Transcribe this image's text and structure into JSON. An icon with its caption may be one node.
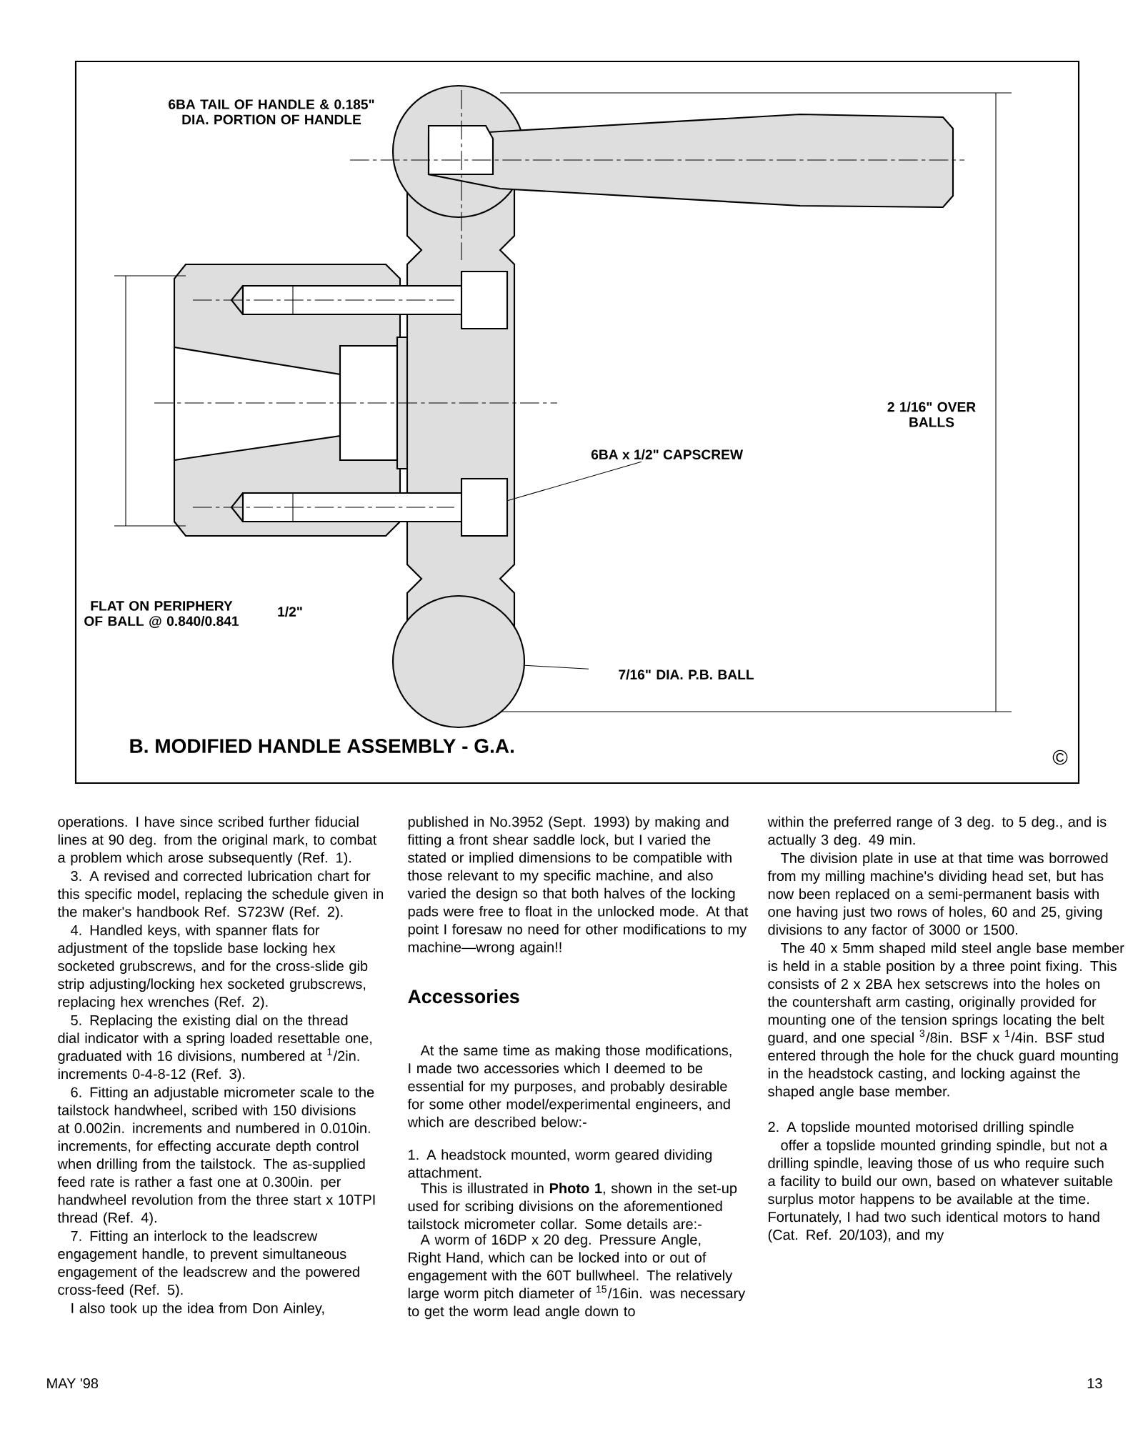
{
  "diagram": {
    "caption": "B. MODIFIED HANDLE ASSEMBLY - G.A.",
    "nodes": [
      {
        "text": [
          "6BA x 1/2\" CAPSCREW"
        ]
      },
      {
        "text": [],
        "shape": "box"
      },
      {
        "text": [
          "7/16\" DIA. P.B. BALL"
        ]
      },
      {
        "text": [],
        "shape": "circle"
      }
    ],
    "edges": [
      {
        "from": 0,
        "to": 1,
        "arrow": "none"
      },
      {
        "from": 2,
        "to": 3,
        "arrow": "none"
      }
    ],
    "labels": [
      "6BA TAIL OF HANDLE & 0.185\" DIA. PORTION OF HANDLE",
      "2 1/16\" OVER BALLS",
      "FLAT ON PERIPHERY OF BALL @ 0.840/0.841",
      "1/2\"",
      "©",
      "operations. I have since scribed further fiducial lines at 90 deg. from the original mark, to combat a problem which arose subsequently (Ref. 1).",
      "3. A revised and corrected lubrication chart for this specific model, replacing the schedule given in the maker's handbook Ref. S723W (Ref. 2).",
      "4. Handled keys, with spanner flats for adjustment of the topslide base locking hex socketed grubscrews, and for the cross-slide gib strip adjusting/locking hex socketed grubscrews, replacing hex wrenches (Ref. 2).",
      "5. Replacing the existing dial on the thread dial indicator with a spring loaded resettable one, graduated with 16 divisions, numbered at $^{1}$/2in. increments 0-4-8-12 (Ref. 3).",
      "6. Fitting an adjustable micrometer scale to the tailstock handwheel, scribed with 150 divisions at 0.002in. increments and numbered in 0.010in. increments, for effecting accurate depth control when drilling from the tailstock. The as-supplied feed rate is rather a fast one at 0.300in. per handwheel revolution from the three start x 10TPI thread (Ref. 4).",
      "7. Fitting an interlock to the leadscrew engagement handle, to prevent simultaneous engagement of the leadscrew and the powered cross-feed (Ref. 5).",
      "I also took up the idea from Don Ainley,",
      "published in No.3952 (Sept. 1993) by making and fitting a front shear saddle lock, but I varied the stated or implied dimensions to be compatible with those relevant to my specific machine, and also varied the design so that both halves of the locking pads were free to float in the unlocked mode. At that point I foresaw no need for other modifications to my machine—wrong again!!",
      "Accessories",
      "At the same time as making those modifications, I made two accessories which I deemed to be essential for my purposes, and probably desirable for some other model/experimental engineers, and which are described below:-",
      "1. A headstock mounted, worm geared dividing attachment.",
      "This is illustrated in **Photo 1**, shown in the set-up used for scribing divisions on the aforementioned tailstock micrometer collar. Some details are:-",
      "A worm of 16DP x 20 deg. Pressure Angle, Right Hand, which can be locked into or out of engagement with the 60T bullwheel. The relatively large worm pitch diameter of $^{15}$/16in. was necessary to get the worm lead angle down to",
      "within the preferred range of 3 deg. to 5 deg., and is actually 3 deg. 49 min.",
      "The division plate in use at that time was borrowed from my milling machine's dividing head set, but has now been replaced on a semi-permanent basis with one having just two rows of holes, 60 and 25, giving divisions to any factor of 3000 or 1500.",
      "The 40 x 5mm shaped mild steel angle base member is held in a stable position by a three point fixing. This consists of 2 x 2BA hex setscrews into the holes on the countershaft arm casting, originally provided for mounting one of the tension springs locating the belt guard, and one special $^{3}$/8in. BSF x $^{1}$/4in. BSF stud entered through the hole for the chuck guard mounting in the headstock casting, and locking against the shaped angle base member.",
      "2. A topslide mounted motorised drilling spindle",
      "offer a topslide mounted grinding spindle, but not a drilling spindle, leaving those of us who require such a facility to build our own, based on whatever suitable surplus motor happens to be available at the time. Fortunately, I had two such identical motors to hand (Cat. Ref. 20/103), and my",
      "MAY '98",
      "13"
    ]
  }
}
